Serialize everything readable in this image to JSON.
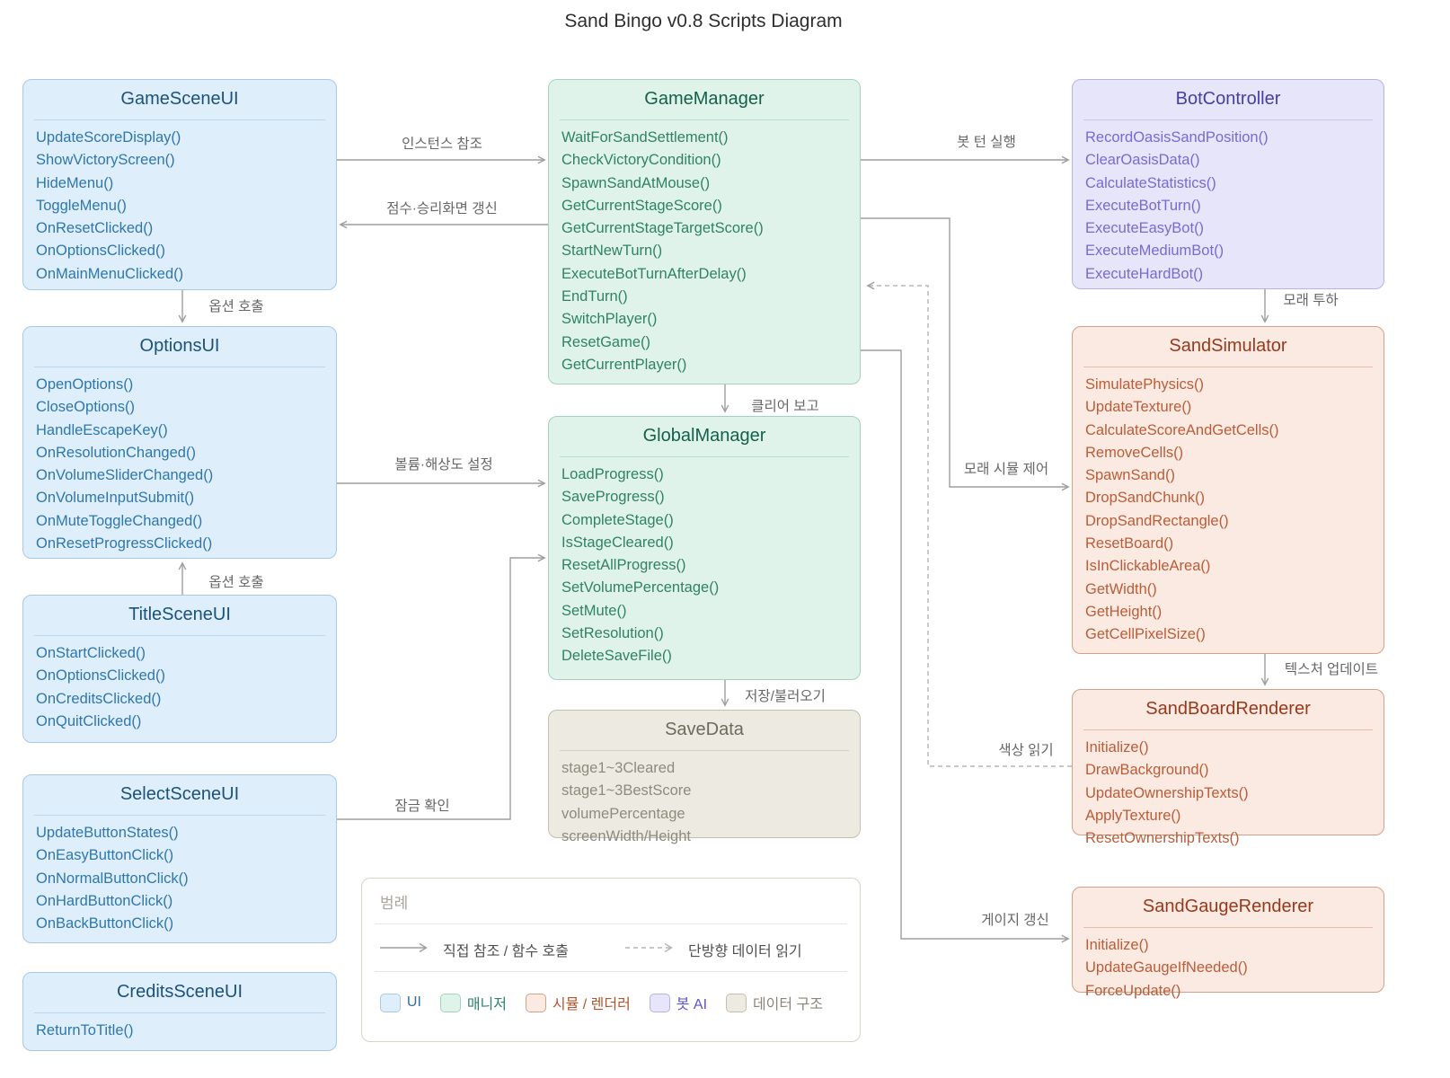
{
  "title": "Sand Bingo v0.8 Scripts Diagram",
  "classes": {
    "game_scene_ui": {
      "name": "GameSceneUI",
      "methods": [
        "UpdateScoreDisplay()",
        "ShowVictoryScreen()",
        "HideMenu()",
        "ToggleMenu()",
        "OnResetClicked()",
        "OnOptionsClicked()",
        "OnMainMenuClicked()"
      ]
    },
    "options_ui": {
      "name": "OptionsUI",
      "methods": [
        "OpenOptions()",
        "CloseOptions()",
        "HandleEscapeKey()",
        "OnResolutionChanged()",
        "OnVolumeSliderChanged()",
        "OnVolumeInputSubmit()",
        "OnMuteToggleChanged()",
        "OnResetProgressClicked()"
      ]
    },
    "title_scene_ui": {
      "name": "TitleSceneUI",
      "methods": [
        "OnStartClicked()",
        "OnOptionsClicked()",
        "OnCreditsClicked()",
        "OnQuitClicked()"
      ]
    },
    "select_scene_ui": {
      "name": "SelectSceneUI",
      "methods": [
        "UpdateButtonStates()",
        "OnEasyButtonClick()",
        "OnNormalButtonClick()",
        "OnHardButtonClick()",
        "OnBackButtonClick()"
      ]
    },
    "credits_scene_ui": {
      "name": "CreditsSceneUI",
      "methods": [
        "ReturnToTitle()"
      ]
    },
    "game_manager": {
      "name": "GameManager",
      "methods": [
        "WaitForSandSettlement()",
        "CheckVictoryCondition()",
        "SpawnSandAtMouse()",
        "GetCurrentStageScore()",
        "GetCurrentStageTargetScore()",
        "StartNewTurn()",
        "ExecuteBotTurnAfterDelay()",
        "EndTurn()",
        "SwitchPlayer()",
        "ResetGame()",
        "GetCurrentPlayer()"
      ]
    },
    "global_manager": {
      "name": "GlobalManager",
      "methods": [
        "LoadProgress()",
        "SaveProgress()",
        "CompleteStage()",
        "IsStageCleared()",
        "ResetAllProgress()",
        "SetVolumePercentage()",
        "SetMute()",
        "SetResolution()",
        "DeleteSaveFile()"
      ]
    },
    "save_data": {
      "name": "SaveData",
      "methods": [
        "stage1~3Cleared",
        "stage1~3BestScore",
        "volumePercentage",
        "screenWidth/Height"
      ]
    },
    "bot_controller": {
      "name": "BotController",
      "methods": [
        "RecordOasisSandPosition()",
        "ClearOasisData()",
        "CalculateStatistics()",
        "ExecuteBotTurn()",
        "ExecuteEasyBot()",
        "ExecuteMediumBot()",
        "ExecuteHardBot()"
      ]
    },
    "sand_simulator": {
      "name": "SandSimulator",
      "methods": [
        "SimulatePhysics()",
        "UpdateTexture()",
        "CalculateScoreAndGetCells()",
        "RemoveCells()",
        "SpawnSand()",
        "DropSandChunk()",
        "DropSandRectangle()",
        "ResetBoard()",
        "IsInClickableArea()",
        "GetWidth()",
        "GetHeight()",
        "GetCellPixelSize()"
      ]
    },
    "sand_board_renderer": {
      "name": "SandBoardRenderer",
      "methods": [
        "Initialize()",
        "DrawBackground()",
        "UpdateOwnershipTexts()",
        "ApplyTexture()",
        "ResetOwnershipTexts()"
      ]
    },
    "sand_gauge_renderer": {
      "name": "SandGaugeRenderer",
      "methods": [
        "Initialize()",
        "UpdateGaugeIfNeeded()",
        "ForceUpdate()"
      ]
    }
  },
  "edges": {
    "instance_ref": "인스턴스 참조",
    "score_victory_update": "점수·승리화면 갱신",
    "option_call_1": "옵션 호출",
    "option_call_2": "옵션 호출",
    "bot_turn": "봇 턴 실행",
    "sand_drop": "모래 투하",
    "clear_report": "클리어 보고",
    "volume_resolution": "볼륨·해상도 설정",
    "save_load": "저장/불러오기",
    "lock_check": "잠금 확인",
    "sand_sim_control": "모래 시뮬 제어",
    "texture_update": "텍스처 업데이트",
    "color_read": "색상 읽기",
    "gauge_update": "게이지 갱신"
  },
  "legend": {
    "title": "범례",
    "solid_arrow_label": "직접 참조 / 함수 호출",
    "dashed_arrow_label": "단방향 데이터 읽기",
    "categories": [
      {
        "name": "ui",
        "label": "UI",
        "fill": "#dfeefb",
        "border": "#a6c9e6",
        "text_color": "#2d6fa8"
      },
      {
        "name": "manager",
        "label": "매니저",
        "fill": "#e0f3ea",
        "border": "#a2d4bd",
        "text_color": "#2f8266"
      },
      {
        "name": "sim-renderer",
        "label": "시뮬 / 렌더러",
        "fill": "#fbeae2",
        "border": "#d4a088",
        "text_color": "#b5532c"
      },
      {
        "name": "bot-ai",
        "label": "봇 AI",
        "fill": "#e7e5f9",
        "border": "#b7b2e4",
        "text_color": "#5d53c5"
      },
      {
        "name": "data-structure",
        "label": "데이터 구조",
        "fill": "#edebe1",
        "border": "#c4beac",
        "text_color": "#8a8578"
      }
    ]
  },
  "colors": {
    "line": "#9e9e9e",
    "dashed_line": "#b5b5b5",
    "edge_label": "#666666"
  }
}
